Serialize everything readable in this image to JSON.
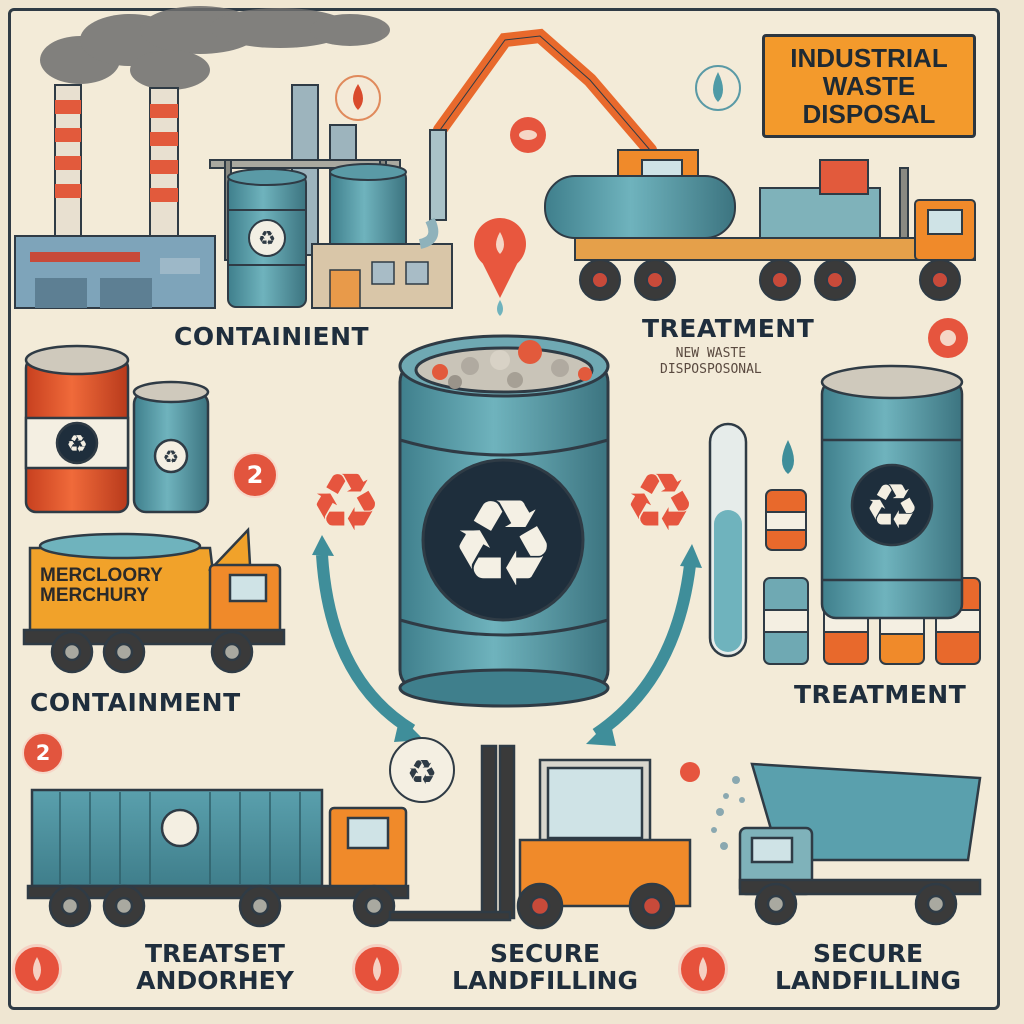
{
  "title": "INDUSTRIAL\nWASTE\nDISPOSAL",
  "sections": {
    "containment_top": {
      "heading": "CONTAINIENT"
    },
    "treatment_top": {
      "heading": "TREATMENT",
      "subtitle": "NEW WASTE\nDISPOSPOSONAL"
    },
    "containment_mid": {
      "heading": "CONTAINMENT",
      "badge": "2"
    },
    "treatment_mid": {
      "heading": "TREATMENT"
    }
  },
  "badges": {
    "containment_top_badge": "2"
  },
  "truck_label": "MERCLOORY\nMERCHURY",
  "bottom_labels": {
    "left": "TREATSET\nANDORHEY",
    "middle": "SECURE\nLANDFILLING",
    "right": "SECURE\nLANDFILLING"
  },
  "colors": {
    "teal": "#4f9aa6",
    "orange": "#f08a2a",
    "red": "#e2553e",
    "navy": "#1f2e3d",
    "background": "#f3ebd8"
  },
  "icons": [
    "recycle-icon",
    "drop-icon",
    "warning-icon",
    "arrow-icon"
  ]
}
